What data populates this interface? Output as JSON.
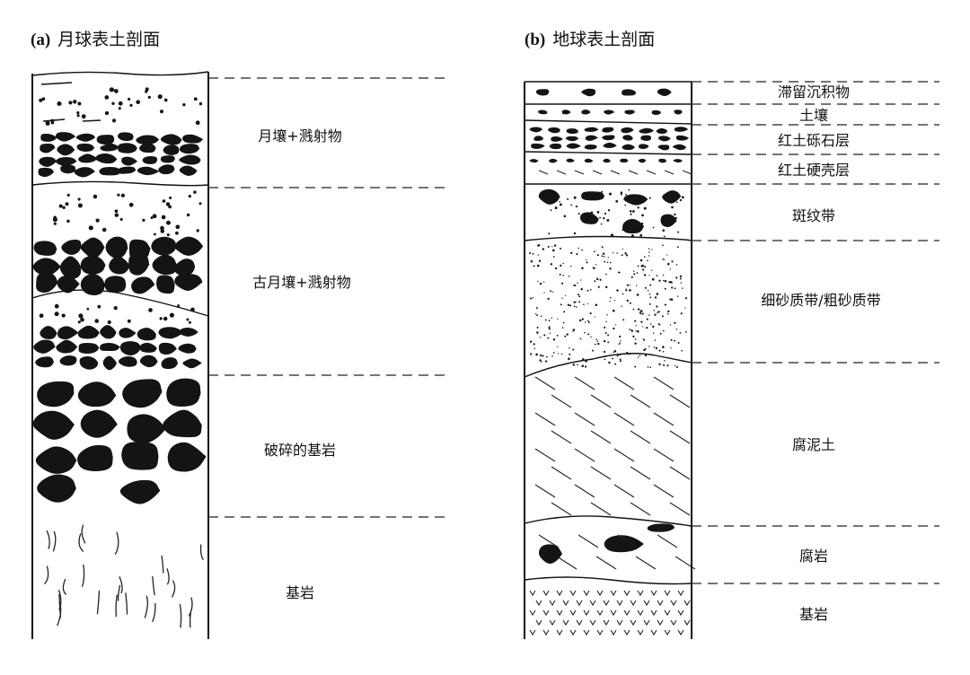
{
  "panel_a": {
    "tag": "(a)",
    "title": "月球表土剖面",
    "layers": [
      {
        "label": "月壤+溅射物"
      },
      {
        "label": "古月壤+溅射物"
      },
      {
        "label": "破碎的基岩"
      },
      {
        "label": "基岩"
      }
    ]
  },
  "panel_b": {
    "tag": "(b)",
    "title": "地球表土剖面",
    "layers": [
      {
        "label": "滞留沉积物"
      },
      {
        "label": "土壤"
      },
      {
        "label": "红土砾石层"
      },
      {
        "label": "红土硬壳层"
      },
      {
        "label": "斑纹带"
      },
      {
        "label": "细砂质带/粗砂质带"
      },
      {
        "label": "腐泥土"
      },
      {
        "label": "腐岩"
      },
      {
        "label": "基岩"
      }
    ]
  }
}
